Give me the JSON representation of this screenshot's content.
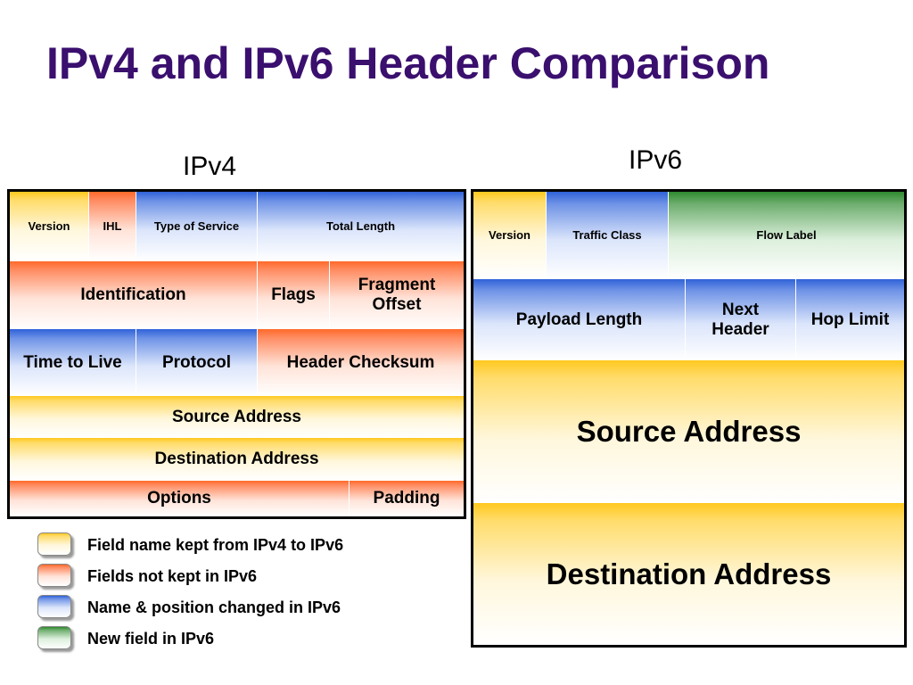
{
  "title": "IPv4 and IPv6 Header Comparison",
  "ipv4": {
    "heading": "IPv4",
    "fields": {
      "version": "Version",
      "ihl": "IHL",
      "type_of_service": "Type of Service",
      "total_length": "Total Length",
      "identification": "Identification",
      "flags": "Flags",
      "fragment_offset": "Fragment Offset",
      "time_to_live": "Time to Live",
      "protocol": "Protocol",
      "header_checksum": "Header Checksum",
      "source_address": "Source Address",
      "destination_address": "Destination Address",
      "options": "Options",
      "padding": "Padding"
    }
  },
  "ipv6": {
    "heading": "IPv6",
    "fields": {
      "version": "Version",
      "traffic_class": "Traffic Class",
      "flow_label": "Flow Label",
      "payload_length": "Payload Length",
      "next_header": "Next Header",
      "hop_limit": "Hop Limit",
      "source_address": "Source Address",
      "destination_address": "Destination Address"
    }
  },
  "legend": [
    {
      "label": "Field name kept from IPv4 to IPv6",
      "color": "#ffc81e"
    },
    {
      "label": "Fields not kept in IPv6",
      "color": "#ff6a2a"
    },
    {
      "label": "Name & position changed in IPv6",
      "color": "#2f62d8"
    },
    {
      "label": "New field in IPv6",
      "color": "#2e8a2e"
    }
  ]
}
